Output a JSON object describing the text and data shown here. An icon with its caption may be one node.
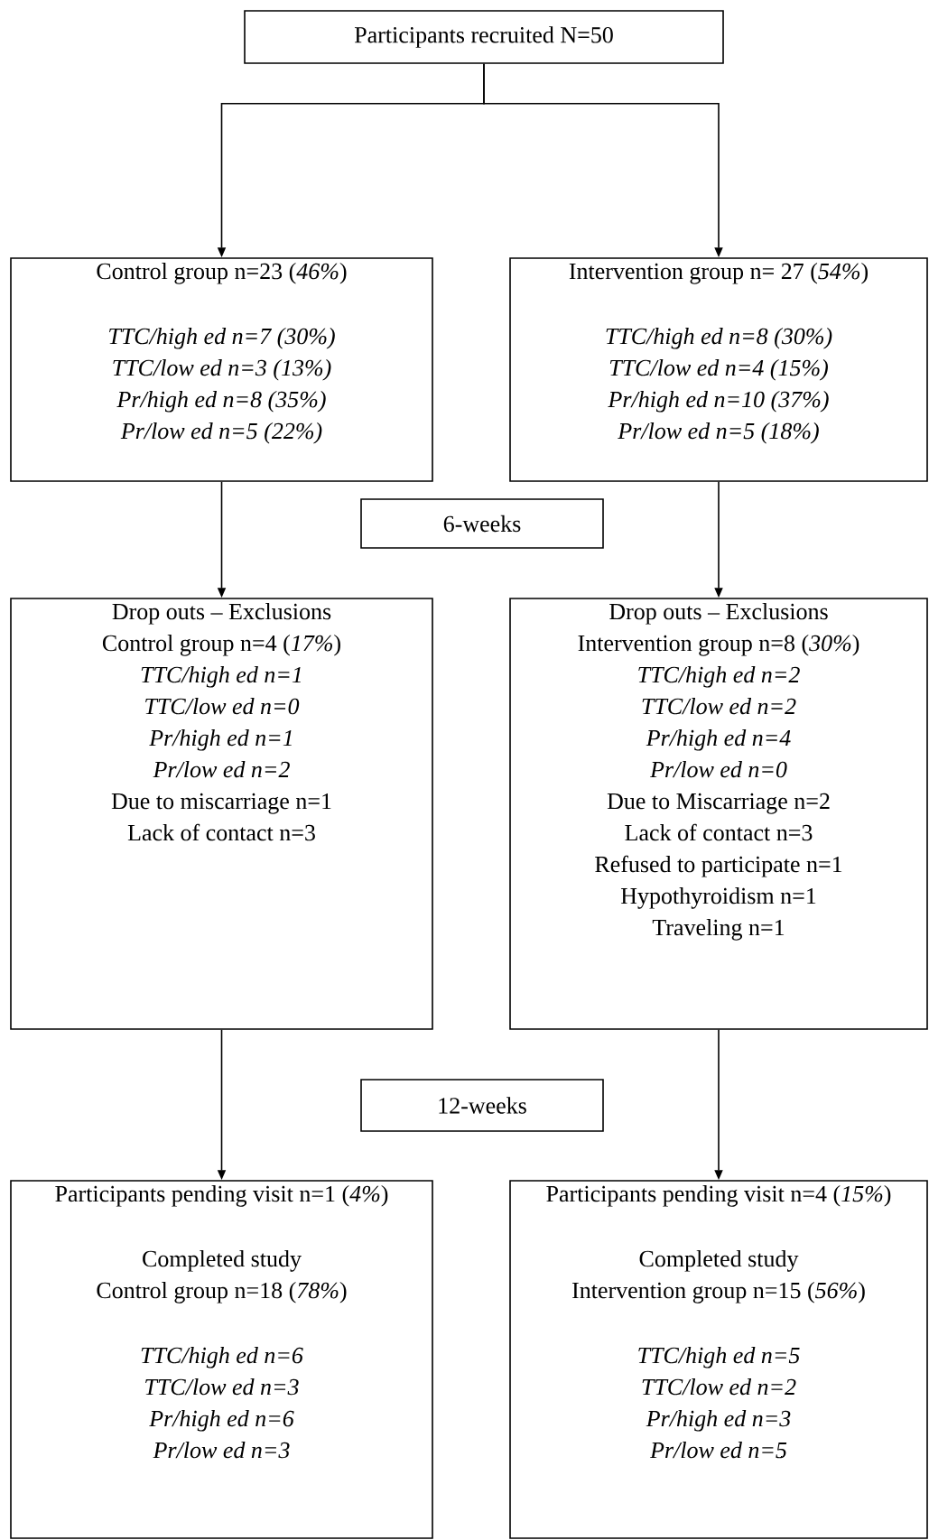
{
  "diagram": {
    "nodes": [
      {
        "text": [
          "Participants recruited N=50"
        ]
      },
      {
        "text": [
          "Control group n=23 (*46%*)",
          "TTC/high ed n=7 (30%)",
          "TTC/low ed n=3 (13%)",
          "Pr/high ed n=8 (35%)",
          "Pr/low ed n=5 (22%)"
        ]
      },
      {
        "text": [
          "Intervention group n= 27 (*54%*)",
          "TTC/high ed n=8 (30%)",
          "TTC/low ed n=4 (15%)",
          "Pr/high ed n=10 (37%)",
          "Pr/low ed n=5 (18%)"
        ]
      },
      {
        "text": [
          "6-weeks"
        ]
      },
      {
        "text": [
          "Drop outs – Exclusions",
          "Control group n=4 (*17%*)",
          "TTC/high ed n=1",
          "TTC/low ed n=0",
          "Pr/high ed n=1",
          "Pr/low ed n=2",
          "Due to miscarriage n=1",
          "Lack of contact n=3"
        ]
      },
      {
        "text": [
          "Drop outs – Exclusions",
          "Intervention group n=8 (*30%*)",
          "TTC/high ed n=2",
          "TTC/low ed n=2",
          "Pr/high ed n=4",
          "Pr/low ed n=0",
          "Due to Miscarriage n=2",
          "Lack of contact n=3",
          "Refused to participate n=1",
          "Hypothyroidism n=1",
          "Traveling n=1"
        ]
      },
      {
        "text": [
          "12-weeks"
        ]
      },
      {
        "text": [
          "Participants pending visit n=1 (*4%*)",
          "Completed study",
          "Control group n=18 (*78%*)",
          "TTC/high ed n=6",
          "TTC/low ed n=3",
          "Pr/high ed n=6",
          "Pr/low ed n=3"
        ]
      },
      {
        "text": [
          "Participants pending visit n=4 (*15%*)",
          "Completed study",
          "Intervention group n=15 (*56%*)",
          "TTC/high ed n=5",
          "TTC/low ed n=2",
          "Pr/high ed n=3",
          "Pr/low ed n=5"
        ]
      }
    ],
    "edges": [
      {
        "from": 0,
        "to": 1,
        "arrow": "to"
      },
      {
        "from": 0,
        "to": 2,
        "arrow": "to"
      },
      {
        "from": 1,
        "to": 4,
        "arrow": "to"
      },
      {
        "from": 2,
        "to": 5,
        "arrow": "to"
      },
      {
        "from": 4,
        "to": 7,
        "arrow": "to"
      },
      {
        "from": 5,
        "to": 8,
        "arrow": "to"
      }
    ]
  }
}
